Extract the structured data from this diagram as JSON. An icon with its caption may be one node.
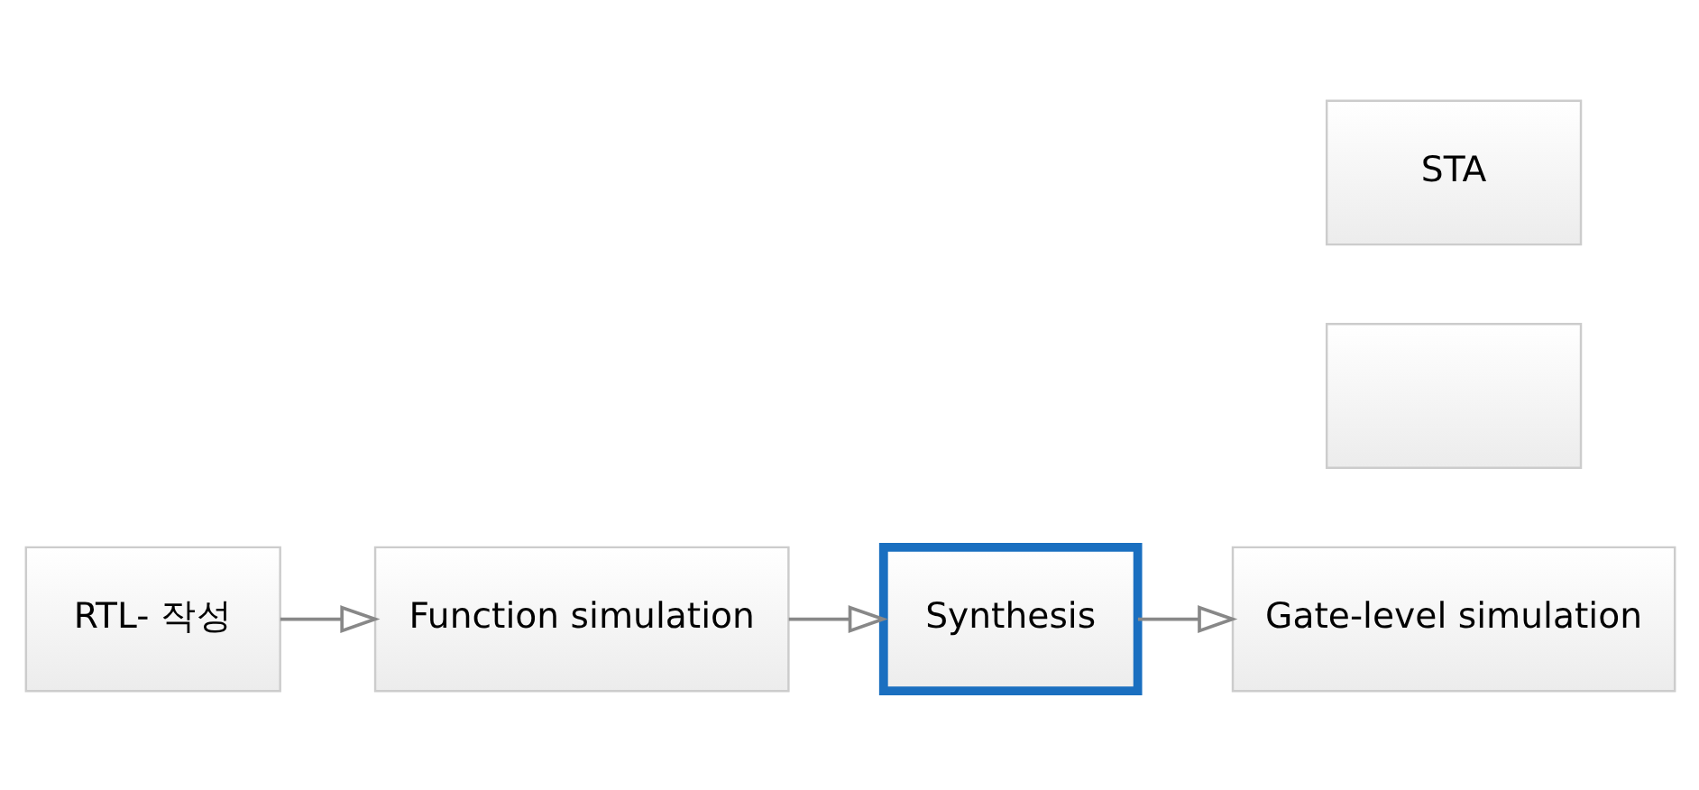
{
  "diagram": {
    "nodes": [
      {
        "text": [
          "RTL- 작성"
        ]
      },
      {
        "text": [
          "Function simulation"
        ]
      },
      {
        "text": [
          "Synthesis"
        ]
      },
      {
        "text": [
          "STA"
        ]
      },
      {
        "text": [
          "Gate-level simulation"
        ]
      },
      {
        "text": [],
        "shape": "box"
      }
    ],
    "edges": [
      {
        "from": 0,
        "to": 1,
        "arrow": "to"
      },
      {
        "from": 1,
        "to": 2,
        "arrow": "to"
      },
      {
        "from": 2,
        "to": 4,
        "arrow": "to"
      }
    ]
  }
}
